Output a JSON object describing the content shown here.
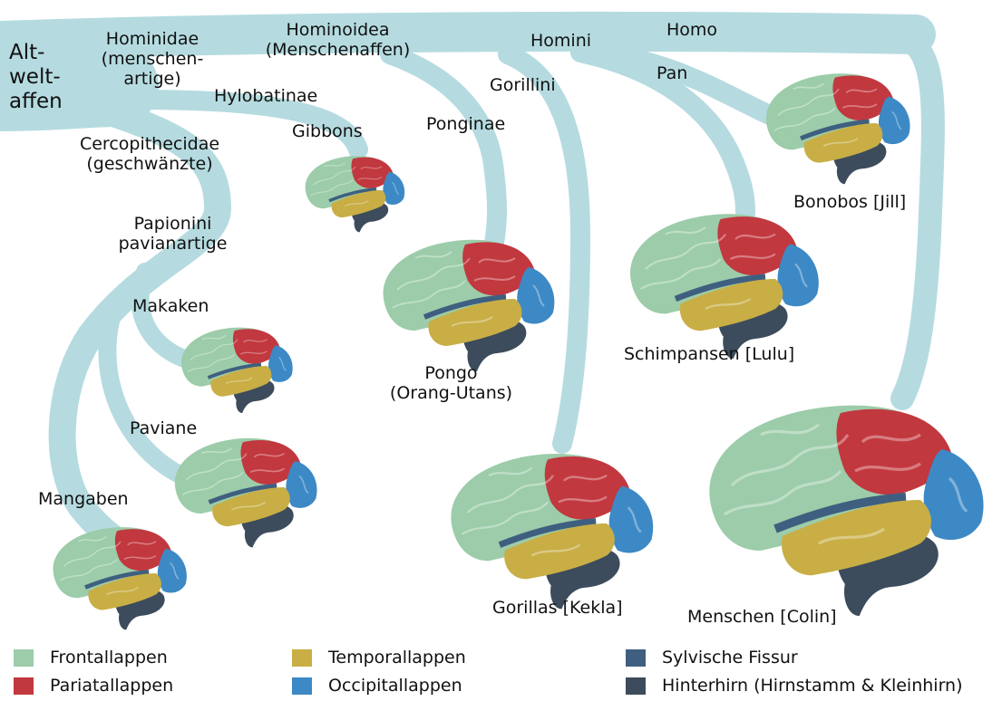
{
  "colors": {
    "branch": "#b5dbe0",
    "frontal": "#9ccca9",
    "parietal": "#c2383f",
    "temporal": "#c8ae45",
    "occipital": "#3d89c5",
    "sylvian": "#3f5f80",
    "hindbrain": "#3d4c5c"
  },
  "taxa": {
    "altweltaffen": "Alt-\nwelt-\naffen",
    "hominidae": "Hominidae\n(menschen-\nartige)",
    "hominoidea": "Hominoidea\n(Menschenaffen)",
    "hominini": "Homini",
    "homo": "Homo",
    "pan": "Pan",
    "gorillini": "Gorillini",
    "ponginae": "Ponginae",
    "hylobatinae": "Hylobatinae",
    "gibbons": "Gibbons",
    "cercopithecidae": "Cercopithecidae\n(geschwänzte)",
    "papionini": "Papionini\npavianartige",
    "makaken": "Makaken",
    "paviane": "Paviane",
    "mangaben": "Mangaben",
    "pongo": "Pongo\n(Orang-Utans)",
    "gorillas": "Gorillas [Kekla]",
    "schimpansen": "Schimpansen [Lulu]",
    "bonobos": "Bonobos [Jill]",
    "menschen": "Menschen [Colin]"
  },
  "legend": {
    "frontal": "Frontallappen",
    "parietal": "Pariatallappen",
    "temporal": "Temporallappen",
    "occipital": "Occipitallappen",
    "sylvian": "Sylvische Fissur",
    "hindbrain": "Hinterhirn (Hirnstamm & Kleinhirn)"
  }
}
